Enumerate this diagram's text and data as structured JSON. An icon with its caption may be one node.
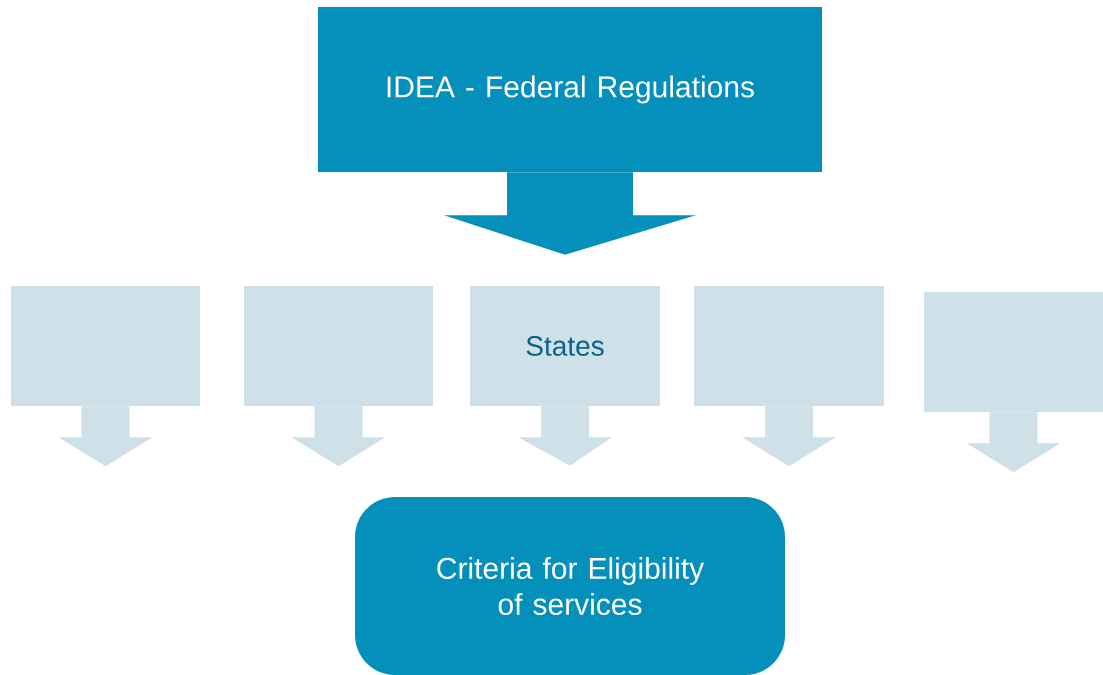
{
  "diagram": {
    "nodes": [
      {
        "text": [
          "IDEA - Federal Regulations"
        ]
      },
      {
        "text": [],
        "shape": "box"
      },
      {
        "text": [],
        "shape": "box"
      },
      {
        "text": [
          "States"
        ]
      },
      {
        "text": [],
        "shape": "box"
      },
      {
        "text": [],
        "shape": "box"
      },
      {
        "text": [
          "Criteria for Eligibility of services"
        ]
      }
    ],
    "edges": [
      {
        "from": 0,
        "to": 3,
        "arrow": "to"
      },
      {
        "from": 1,
        "to": null,
        "arrow": "to"
      },
      {
        "from": 2,
        "to": null,
        "arrow": "to"
      },
      {
        "from": 3,
        "to": 6,
        "arrow": "to"
      },
      {
        "from": 4,
        "to": null,
        "arrow": "to"
      },
      {
        "from": 5,
        "to": null,
        "arrow": "to"
      }
    ]
  }
}
